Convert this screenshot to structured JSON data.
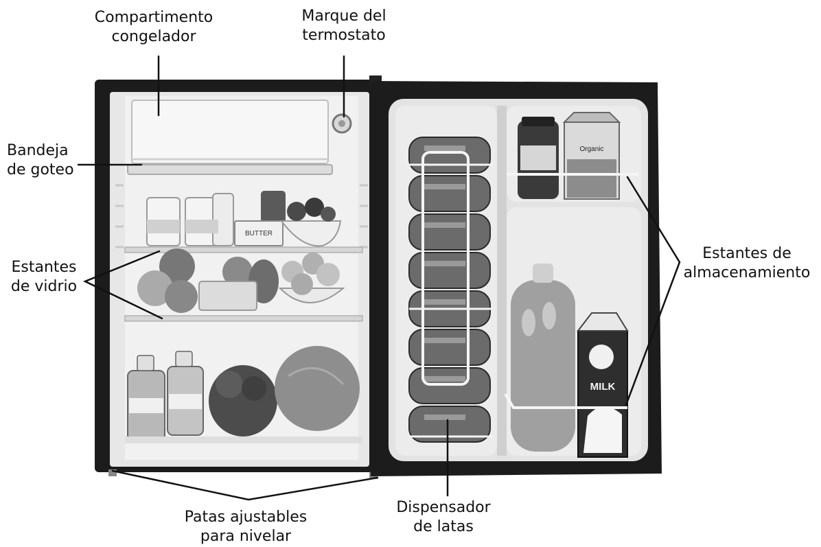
{
  "labels": {
    "freezer": [
      "Compartimento",
      "congelador"
    ],
    "thermostat": [
      "Marque del",
      "termostato"
    ],
    "drip_tray": [
      "Bandeja",
      "de goteo"
    ],
    "glass_shelves": [
      "Estantes",
      "de vidrio"
    ],
    "storage_shelves": [
      "Estantes de",
      "almacenamiento"
    ],
    "legs": [
      "Patas ajustables",
      "para nivelar"
    ],
    "can_dispenser": [
      "Dispensador",
      "de latas"
    ]
  },
  "product_texts": {
    "milk": "MILK",
    "butter": "BUTTER",
    "organic": "Organic"
  }
}
